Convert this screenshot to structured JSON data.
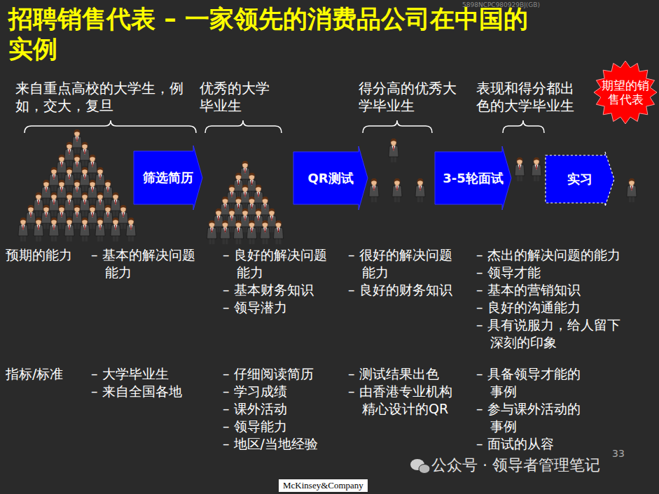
{
  "diagram": {
    "title": "招聘销售代表 – 一家领先的消费品公司在中国的实例",
    "nodes": [
      {
        "text": [
          "筛选简历"
        ]
      },
      {
        "text": [
          "QR测试"
        ]
      },
      {
        "text": [
          "3-5轮面试"
        ]
      },
      {
        "text": [
          "实习"
        ]
      },
      {
        "text": [
          "期望的销售代表"
        ]
      }
    ],
    "labels": [
      "5898NCPC980929BJ(GB)",
      "来自重点高校的大学生，例如，交大，复旦",
      "优秀的大学毕业生",
      "得分高的优秀大学毕业生",
      "表现和得分都出色的大学毕业生",
      "预期的能力",
      "– 基本的解决问题能力",
      "– 良好的解决问题能力",
      "– 基本财务知识",
      "– 领导潜力",
      "– 很好的解决问题能力",
      "– 良好的财务知识",
      "– 杰出的解决问题的能力",
      "– 领导才能",
      "– 基本的营销知识",
      "– 良好的沟通能力",
      "– 具有说服力，给人留下深刻的印象",
      "指标/标准",
      "– 大学毕业生",
      "– 来自全国各地",
      "– 仔细阅读简历",
      "– 学习成绩",
      "– 课外活动",
      "– 领导能力",
      "– 地区/当地经验",
      "– 测试结果出色",
      "– 由香港专业机构精心设计的QR",
      "– 具备领导才能的事例",
      "– 参与课外活动的事例",
      "– 面试的从容",
      "33",
      "公众号 · 领导者管理笔记",
      "McKinsey&Company"
    ]
  }
}
